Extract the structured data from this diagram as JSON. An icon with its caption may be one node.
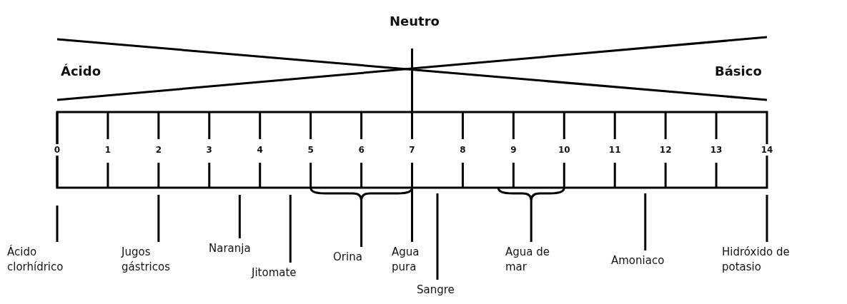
{
  "diagram": {
    "nodes": [
      {
        "text": [
          "Ácido clorhídrico"
        ]
      },
      {
        "text": [
          "Jugos gástricos"
        ]
      },
      {
        "text": [
          "Naranja"
        ]
      },
      {
        "text": [
          "Jitomate"
        ]
      },
      {
        "text": [
          "Orina"
        ]
      },
      {
        "text": [
          "Agua pura"
        ]
      },
      {
        "text": [
          "Sangre"
        ]
      },
      {
        "text": [
          "Agua de mar"
        ]
      },
      {
        "text": [
          "Amoniaco"
        ]
      },
      {
        "text": [
          "Hidróxido de potasio"
        ]
      },
      {
        "text": [],
        "shape": "bracket"
      },
      {
        "text": [],
        "shape": "bracket"
      }
    ],
    "edges": [
      {
        "from": 0,
        "to": null,
        "arrow": "none"
      },
      {
        "from": 1,
        "to": null,
        "arrow": "none"
      },
      {
        "from": 2,
        "to": null,
        "arrow": "none"
      },
      {
        "from": 3,
        "to": null,
        "arrow": "none"
      },
      {
        "from": 4,
        "to": 10,
        "arrow": "none"
      },
      {
        "from": 5,
        "to": 10,
        "arrow": "none"
      },
      {
        "from": 6,
        "to": null,
        "arrow": "none"
      },
      {
        "from": 7,
        "to": 11,
        "arrow": "none"
      },
      {
        "from": 8,
        "to": null,
        "arrow": "none"
      },
      {
        "from": 9,
        "to": null,
        "arrow": "none"
      }
    ],
    "labels": [
      "Neutro",
      "Ácido",
      "Básico",
      "0",
      "1",
      "2",
      "3",
      "4",
      "5",
      "6",
      "7",
      "8",
      "9",
      "10",
      "11",
      "12",
      "13",
      "14"
    ]
  }
}
